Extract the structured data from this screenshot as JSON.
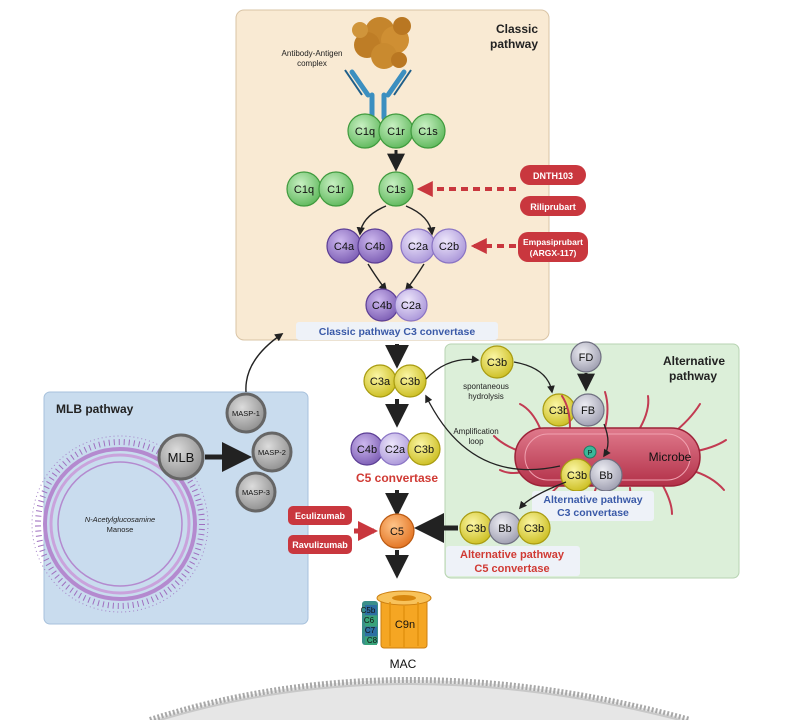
{
  "panels": {
    "classic": {
      "title_line1": "Classic",
      "title_line2": "pathway",
      "convertase_label": "Classic pathway C3 convertase"
    },
    "alternative": {
      "title_line1": "Alternative",
      "title_line2": "pathway"
    },
    "mlb": {
      "title": "MLB pathway"
    }
  },
  "antibody": {
    "label_line1": "Antibody-Antigen",
    "label_line2": "complex"
  },
  "proteins": {
    "c1q": "C1q",
    "c1r": "C1r",
    "c1s": "C1s",
    "c4a": "C4a",
    "c4b": "C4b",
    "c2a": "C2a",
    "c2b": "C2b",
    "c3a": "C3a",
    "c3b": "C3b",
    "fd": "FD",
    "fb": "FB",
    "bb": "Bb",
    "p": "P",
    "c5": "C5",
    "c5b": "C5b",
    "c6": "C6",
    "c7": "C7",
    "c8": "C8",
    "c9n": "C9n",
    "mlb": "MLB",
    "masp1": "MASP-1",
    "masp2": "MASP-2",
    "masp3": "MASP-3"
  },
  "drugs": {
    "dnth103": "DNTH103",
    "riliprubart": "Riliprubart",
    "empasiprubart_line1": "Empasiprubart",
    "empasiprubart_line2": "(ARGX-117)",
    "eculizumab": "Eculizumab",
    "ravulizumab": "Ravulizumab"
  },
  "labels": {
    "spontaneous_line1": "spontaneous",
    "spontaneous_line2": "hydrolysis",
    "amplification_line1": "Amplification",
    "amplification_line2": "loop",
    "microbe": "Microbe",
    "c5_convertase": "C5 convertase",
    "alt_c3_line1": "Alternative pathway",
    "alt_c3_line2": "C3 convertase",
    "alt_c5_line1": "Alternative pathway",
    "alt_c5_line2": "C5 convertase",
    "sugar_line1": "N-Acetylglucosamine",
    "sugar_line2": "Manose",
    "mac": "MAC"
  },
  "colors": {
    "classic_panel": "#f9ead3",
    "alternative_panel": "#dcefd9",
    "mlb_panel": "#c9dcee",
    "c1_green": "#7ccf7a",
    "c4_purple": "#9b7fcb",
    "c2_lavender": "#c5b6ea",
    "c3_yellow": "#e3d842",
    "factor_gray": "#b9b9c6",
    "c5_orange": "#f08a3a",
    "drug_red": "#c9373e",
    "microbe_red": "#c23b52",
    "mac_orange": "#f5a623",
    "text_blue": "#3a5aa8",
    "text_red": "#d03a34"
  }
}
